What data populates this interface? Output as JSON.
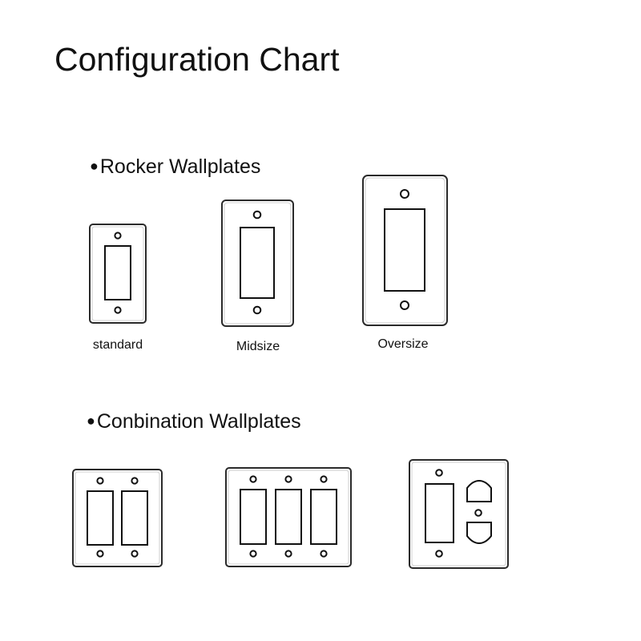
{
  "title": "Configuration Chart",
  "sections": {
    "rocker": {
      "bullet": "●",
      "heading": "Rocker Wallplates",
      "plates": [
        {
          "label": "standard"
        },
        {
          "label": "Midsize"
        },
        {
          "label": "Oversize"
        }
      ]
    },
    "combination": {
      "bullet": "●",
      "heading": "Conbination Wallplates"
    }
  }
}
